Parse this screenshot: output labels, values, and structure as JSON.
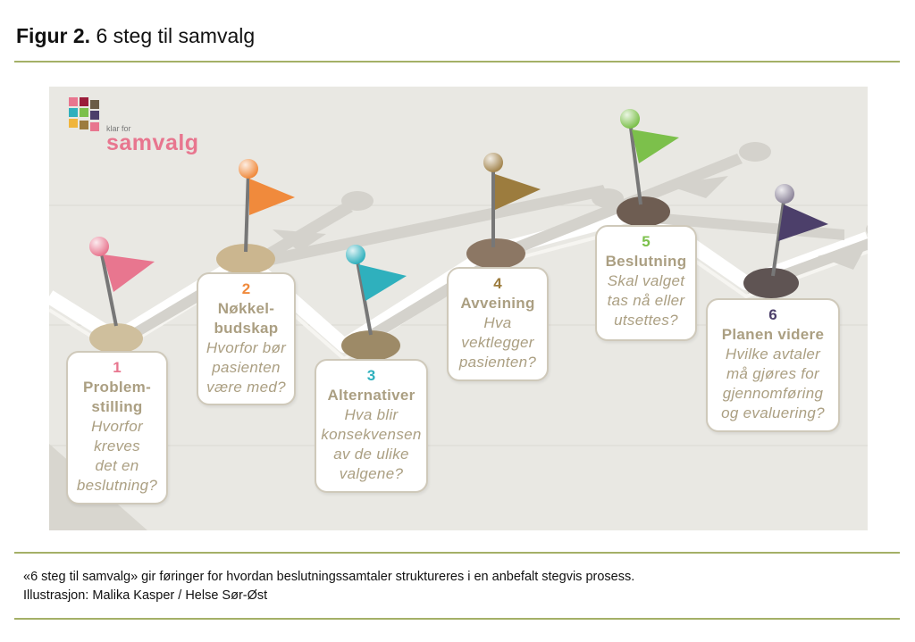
{
  "figure": {
    "label": "Figur 2.",
    "title": "6 steg til samvalg"
  },
  "logo": {
    "small": "klar for",
    "big": "samvalg"
  },
  "steps": [
    {
      "number": "1",
      "heading": "Problem-\nstilling",
      "question": "Hvorfor\nkreves\ndet en\nbeslutning?",
      "color": "#e8768f"
    },
    {
      "number": "2",
      "heading": "Nøkkel-\nbudskap",
      "question": "Hvorfor bør\npasienten\nvære med?",
      "color": "#f08a3c"
    },
    {
      "number": "3",
      "heading": "Alternativer",
      "question": "Hva blir\nkonsekvensen\nav de ulike\nvalgene?",
      "color": "#2fb0bd"
    },
    {
      "number": "4",
      "heading": "Avveining",
      "question": "Hva\nvektlegger\npasienten?",
      "color": "#9c7c3e"
    },
    {
      "number": "5",
      "heading": "Beslutning",
      "question": "Skal valget\ntas nå eller\nutsettes?",
      "color": "#7cc04b"
    },
    {
      "number": "6",
      "heading": "Planen videre",
      "question": "Hvilke avtaler\nmå gjøres for\ngjennomføring\nog evaluering?",
      "color": "#4c3f6a"
    }
  ],
  "caption": {
    "line1": "«6 steg til samvalg» gir føringer for hvordan beslutningssamtaler struktureres i en anbefalt stegvis prosess.",
    "line2": "Illustrasjon: Malika Kasper / Helse Sør-Øst"
  },
  "colors": {
    "rule": "#a4b067",
    "background": "#e9e8e3",
    "text_muted": "#ab9f82"
  }
}
